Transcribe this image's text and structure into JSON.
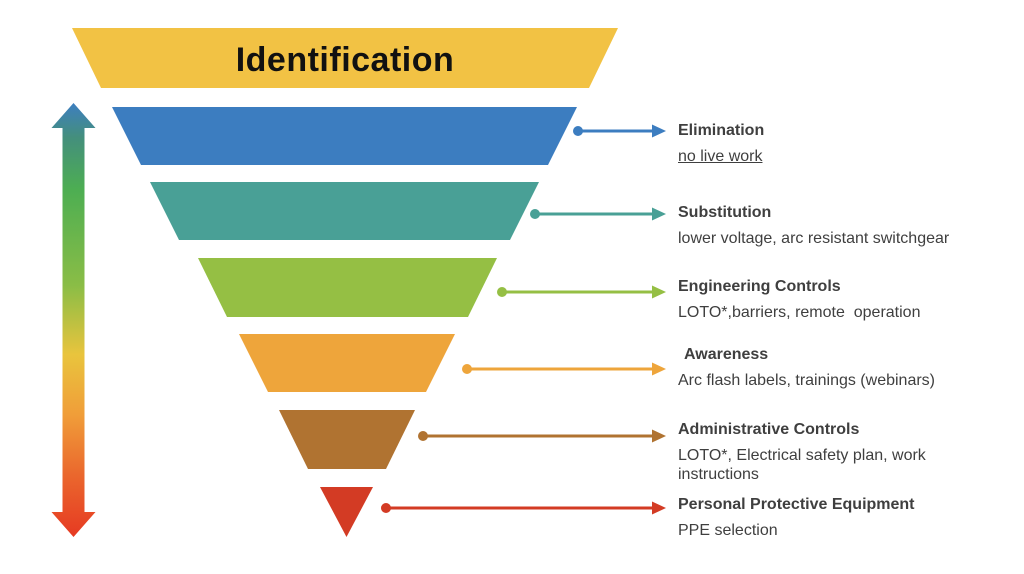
{
  "title": "Identification",
  "colors": {
    "identification": "#F2C244",
    "elimination": "#3C7DC0",
    "substitution": "#49A096",
    "engineering_controls": "#95BF44",
    "awareness": "#EEA53B",
    "administrative_controls": "#B07331",
    "ppe": "#D33B24",
    "label_text": "#3F3F3F"
  },
  "severity_gradient": {
    "stops": [
      "#3D7EC0",
      "#448F7C",
      "#4DAE52",
      "#8ABD46",
      "#E9C43D",
      "#F09D39",
      "#EA662D",
      "#E63A22"
    ]
  },
  "levels": [
    {
      "name": "Elimination",
      "desc_lines": [
        "no live work"
      ]
    },
    {
      "name": "Substitution",
      "desc_lines": [
        "lower voltage, arc resistant switchgear"
      ]
    },
    {
      "name": "Engineering Controls",
      "desc_lines": [
        "LOTO*,barriers, remote  operation"
      ]
    },
    {
      "name": "Awareness",
      "desc_lines": [
        "Arc flash labels, trainings (webinars)"
      ]
    },
    {
      "name": "Administrative Controls",
      "desc_lines": [
        "LOTO*, Electrical safety plan, work",
        "instructions"
      ]
    },
    {
      "name": "Personal Protective Equipment",
      "desc_lines": [
        "PPE selection"
      ]
    }
  ]
}
